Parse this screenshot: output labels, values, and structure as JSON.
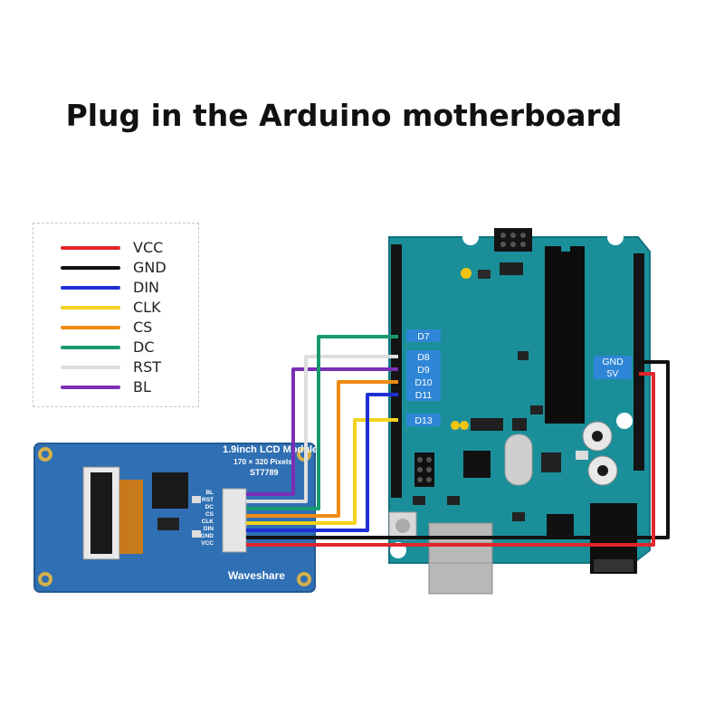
{
  "title": "Plug in the Arduino motherboard",
  "legend": [
    {
      "label": "VCC",
      "color": "#e0262a"
    },
    {
      "label": "GND",
      "color": "#111111"
    },
    {
      "label": "DIN",
      "color": "#1f2fd6"
    },
    {
      "label": "CLK",
      "color": "#f2d21f"
    },
    {
      "label": "CS",
      "color": "#f08a12"
    },
    {
      "label": "DC",
      "color": "#179a6e"
    },
    {
      "label": "RST",
      "color": "#dedede"
    },
    {
      "label": "BL",
      "color": "#7b2fb5"
    }
  ],
  "lcd": {
    "title": "1.9inch LCD Module",
    "resolution": "170 × 320 Pixels",
    "driver": "ST7789",
    "brand": "Waveshare",
    "pins": [
      "BL",
      "RST",
      "DC",
      "CS",
      "CLK",
      "DIN",
      "GND",
      "VCC"
    ]
  },
  "arduino": {
    "pin_labels": [
      "D7",
      "D8",
      "D9",
      "D10",
      "D11",
      "D13"
    ],
    "power_labels": [
      "GND",
      "5V"
    ]
  },
  "colors": {
    "board": "#1a8f9a",
    "lcd_board": "#2f6fb3",
    "pin_label_bg": "#2f86d6"
  }
}
